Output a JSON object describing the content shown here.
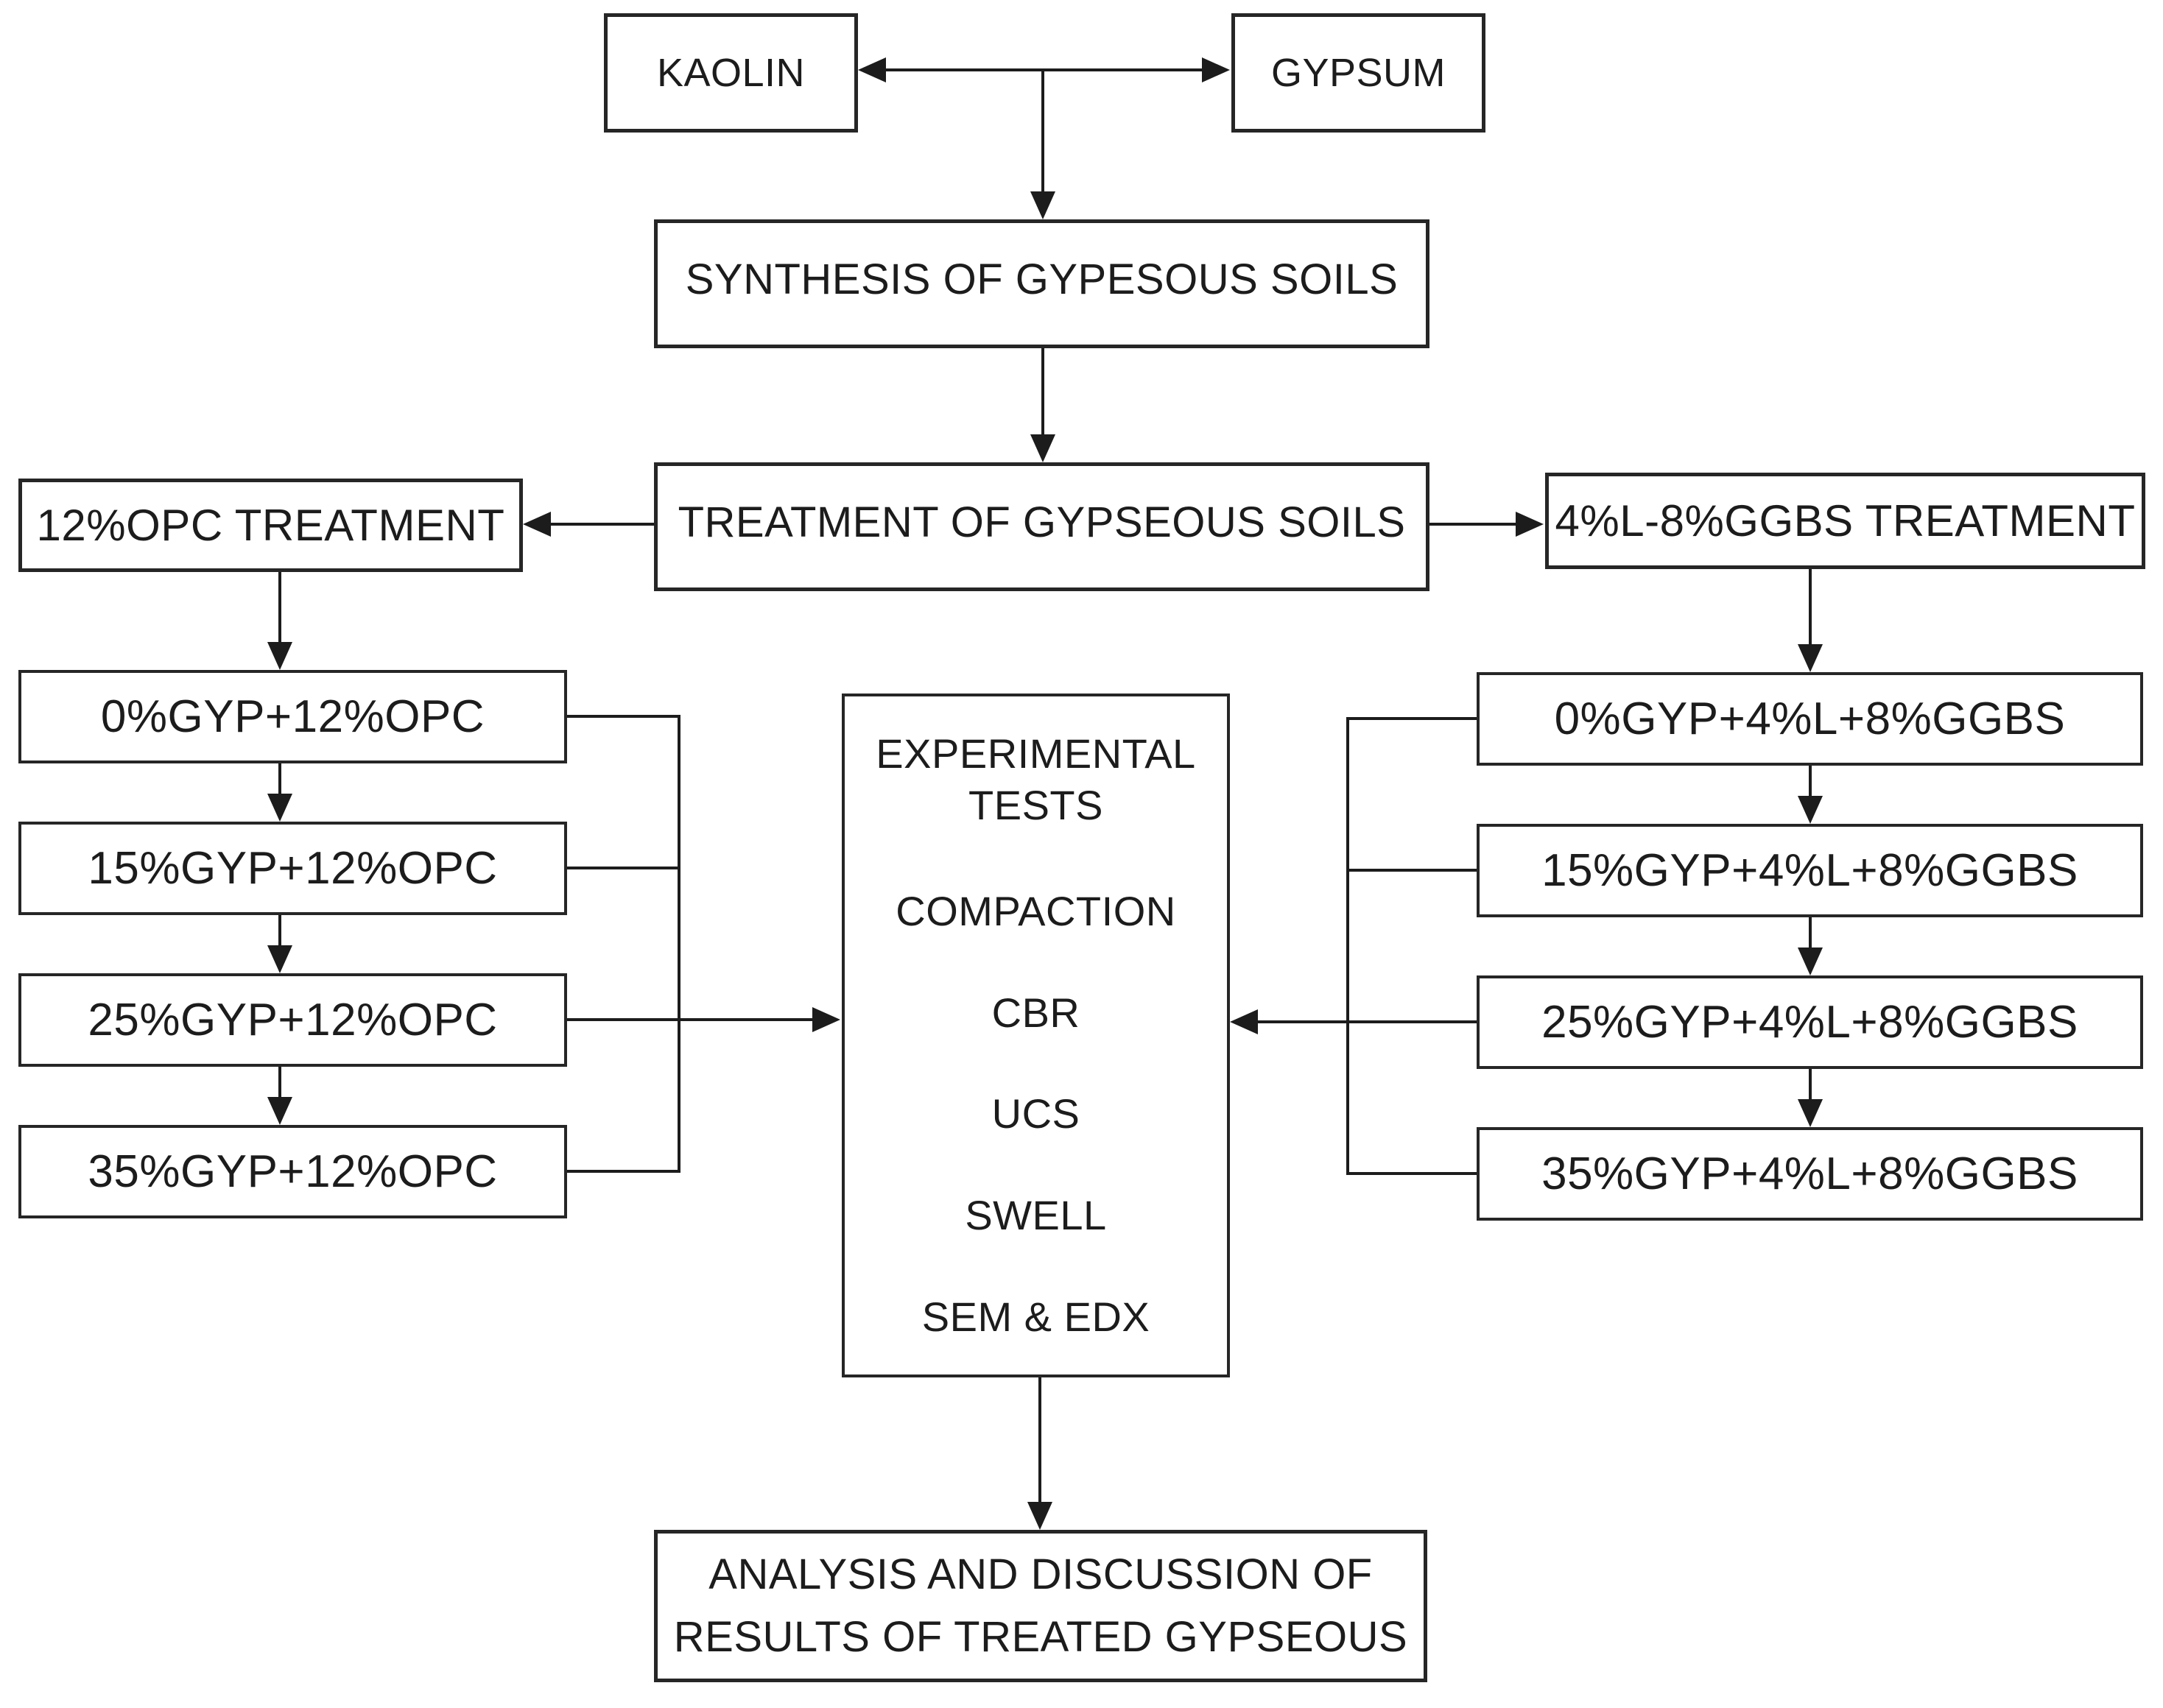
{
  "nodes": {
    "kaolin": "KAOLIN",
    "gypsum": "GYPSUM",
    "synthesis": "SYNTHESIS OF GYPESOUS SOILS",
    "treatment": "TREATMENT OF GYPSEOUS SOILS",
    "opc_treatment": "12%OPC TREATMENT",
    "ggbs_treatment": "4%L-8%GGBS TREATMENT",
    "left_steps": [
      "0%GYP+12%OPC",
      "15%GYP+12%OPC",
      "25%GYP+12%OPC",
      "35%GYP+12%OPC"
    ],
    "right_steps": [
      "0%GYP+4%L+8%GGBS",
      "15%GYP+4%L+8%GGBS",
      "25%GYP+4%L+8%GGBS",
      "35%GYP+4%L+8%GGBS"
    ],
    "experimental": {
      "heading": [
        "EXPERIMENTAL",
        "TESTS"
      ],
      "tests": [
        "COMPACTION",
        "CBR",
        "UCS",
        "SWELL",
        "SEM & EDX"
      ]
    },
    "analysis": [
      "ANALYSIS AND DISCUSSION OF",
      "RESULTS OF TREATED GYPSEOUS"
    ]
  },
  "colors": {
    "line": "#1c1c1c",
    "border": "#262626",
    "background": "#ffffff",
    "text": "#1c1c1c"
  }
}
